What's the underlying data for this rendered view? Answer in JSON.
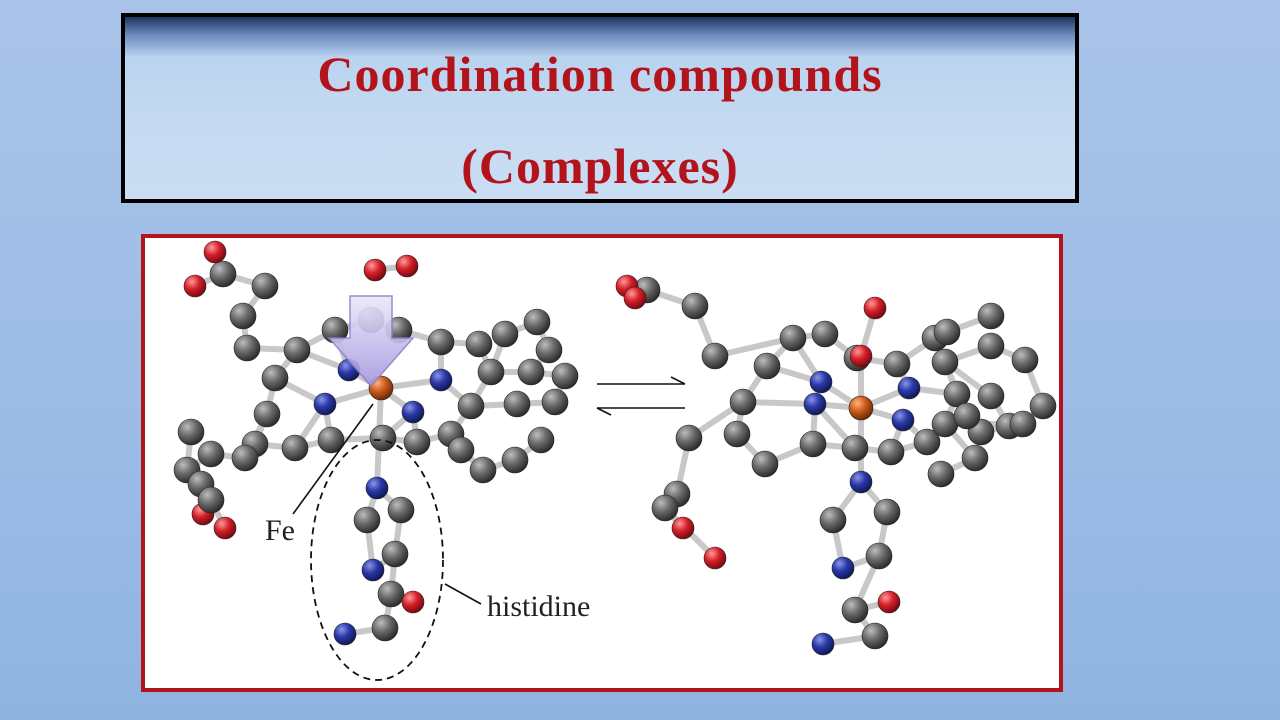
{
  "title": {
    "line1": "Coordination  compounds",
    "line2": "(Complexes)"
  },
  "figure": {
    "labels": {
      "fe": "Fe",
      "histidine": "histidine"
    },
    "colors": {
      "carbon": "#555555",
      "nitrogen": "#27349a",
      "oxygen": "#cc1f26",
      "iron": "#c85a1a",
      "bond": "#c8c8c8",
      "arrow": "#b9aee8"
    }
  }
}
